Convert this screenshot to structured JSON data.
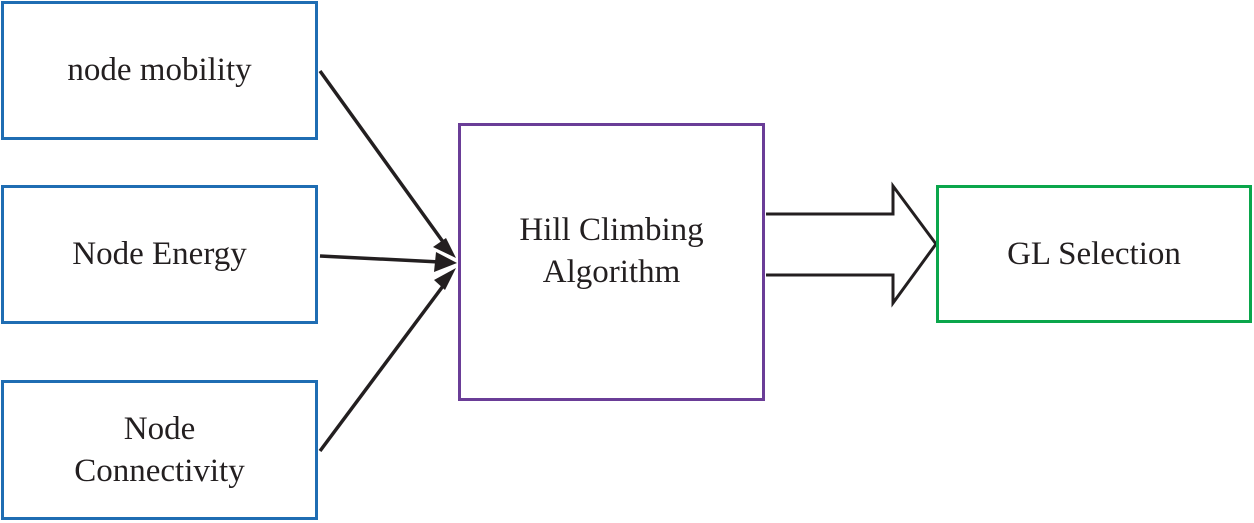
{
  "diagram": {
    "nodes": {
      "mobility": {
        "line1": "node mobility"
      },
      "energy": {
        "line1": "Node Energy"
      },
      "connectivity": {
        "line1": "Node",
        "line2": "Connectivity"
      },
      "hill_climbing": {
        "line1": "Hill Climbing",
        "line2": "Algorithm"
      },
      "gl_selection": {
        "line1": "GL Selection"
      }
    },
    "edges": [
      {
        "from": "mobility",
        "to": "hill_climbing",
        "style": "line-arrow"
      },
      {
        "from": "energy",
        "to": "hill_climbing",
        "style": "line-arrow"
      },
      {
        "from": "connectivity",
        "to": "hill_climbing",
        "style": "line-arrow"
      },
      {
        "from": "hill_climbing",
        "to": "gl_selection",
        "style": "block-arrow"
      }
    ],
    "colors": {
      "input_border": "#1f6db3",
      "center_border": "#6a3d97",
      "output_border": "#0aa64b",
      "arrow": "#231f20",
      "text": "#231f20"
    }
  }
}
